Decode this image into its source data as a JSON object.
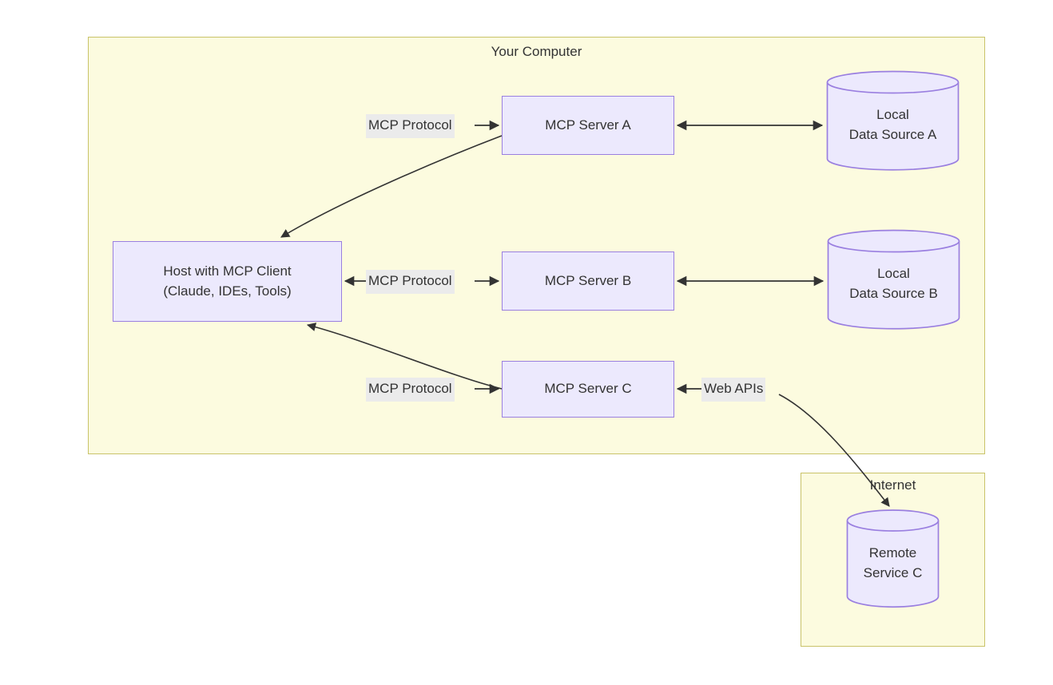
{
  "diagram": {
    "type": "architecture-flow",
    "groups": [
      {
        "id": "your-computer",
        "title": "Your Computer"
      },
      {
        "id": "internet",
        "title": "Internet"
      }
    ],
    "nodes": [
      {
        "id": "host",
        "shape": "rect",
        "lines": [
          "Host with MCP Client",
          "(Claude, IDEs, Tools)"
        ]
      },
      {
        "id": "server-a",
        "shape": "rect",
        "lines": [
          "MCP Server A"
        ]
      },
      {
        "id": "server-b",
        "shape": "rect",
        "lines": [
          "MCP Server B"
        ]
      },
      {
        "id": "server-c",
        "shape": "rect",
        "lines": [
          "MCP Server C"
        ]
      },
      {
        "id": "data-source-a",
        "shape": "cylinder",
        "lines": [
          "Local",
          "Data Source A"
        ]
      },
      {
        "id": "data-source-b",
        "shape": "cylinder",
        "lines": [
          "Local",
          "Data Source B"
        ]
      },
      {
        "id": "remote-service-c",
        "shape": "cylinder",
        "lines": [
          "Remote",
          "Service C"
        ]
      }
    ],
    "edge_labels": [
      {
        "id": "label-mcp-a",
        "text": "MCP Protocol"
      },
      {
        "id": "label-mcp-b",
        "text": "MCP Protocol"
      },
      {
        "id": "label-mcp-c",
        "text": "MCP Protocol"
      },
      {
        "id": "label-web-apis",
        "text": "Web APIs"
      }
    ],
    "colors": {
      "group_fill": "#fcfbdf",
      "group_stroke": "#c9c369",
      "node_fill": "#ece9fd",
      "node_stroke": "#9a7fe0",
      "edge_stroke": "#333333",
      "edge_label_bg": "#ebebeb",
      "text": "#333333",
      "page_bg": "#ffffff"
    }
  }
}
